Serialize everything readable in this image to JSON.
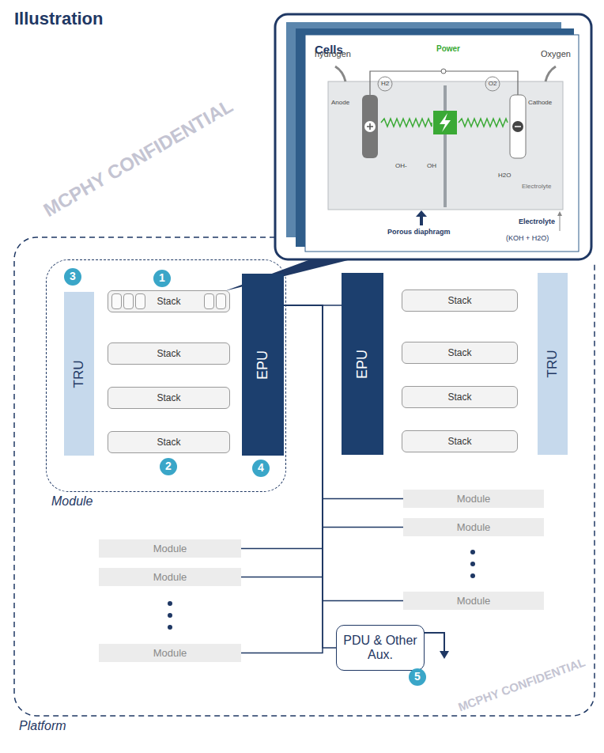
{
  "diagram": {
    "title": "Illustration",
    "nodes": [
      {
        "text": [
          "Cells"
        ]
      },
      {
        "text": [
          "Platform"
        ]
      },
      {
        "text": [
          "Module"
        ],
        "in": 1
      },
      {
        "text": [
          "TRU"
        ],
        "in": 2
      },
      {
        "text": [
          "Stack"
        ],
        "in": 2
      },
      {
        "text": [
          "Stack"
        ],
        "in": 2
      },
      {
        "text": [
          "Stack"
        ],
        "in": 2
      },
      {
        "text": [
          "Stack"
        ],
        "in": 2
      },
      {
        "text": [
          "EPU"
        ],
        "in": 2
      },
      {
        "text": [
          "EPU"
        ],
        "in": 1
      },
      {
        "text": [
          "Stack"
        ],
        "in": 1
      },
      {
        "text": [
          "Stack"
        ],
        "in": 1
      },
      {
        "text": [
          "Stack"
        ],
        "in": 1
      },
      {
        "text": [
          "Stack"
        ],
        "in": 1
      },
      {
        "text": [
          "TRU"
        ],
        "in": 1
      },
      {
        "text": [
          "Module"
        ],
        "in": 1
      },
      {
        "text": [
          "Module"
        ],
        "in": 1
      },
      {
        "text": [
          "Module"
        ],
        "in": 1
      },
      {
        "text": [
          "Module"
        ],
        "in": 1
      },
      {
        "text": [
          "Module"
        ],
        "in": 1
      },
      {
        "text": [
          "Module"
        ],
        "in": 1
      },
      {
        "text": [
          "PDU & Other Aux."
        ],
        "in": 1
      }
    ],
    "edges": [
      {
        "from": 8,
        "to": 9,
        "arrow": "none"
      },
      {
        "from": 8,
        "to": 15,
        "arrow": "none"
      },
      {
        "from": 8,
        "to": 16,
        "arrow": "none"
      },
      {
        "from": 8,
        "to": 17,
        "arrow": "none"
      },
      {
        "from": 8,
        "to": 18,
        "arrow": "none"
      },
      {
        "from": 8,
        "to": 19,
        "arrow": "none"
      },
      {
        "from": 8,
        "to": 20,
        "arrow": "none"
      },
      {
        "from": 8,
        "to": 21,
        "arrow": "none"
      }
    ],
    "labels": [
      "hydrogen",
      "Power",
      "Oxygen",
      "H2",
      "O2",
      "Anode",
      "Cathode",
      "OH-",
      "OH",
      "H2O",
      "Electrolyte",
      "Porous diaphragm",
      "Electrolyte",
      "(KOH + H2O)",
      "3",
      "1",
      "2",
      "4",
      "5",
      "MCPHY CONFIDENTIAL",
      "MCPHY CONFIDENTIAL"
    ]
  }
}
